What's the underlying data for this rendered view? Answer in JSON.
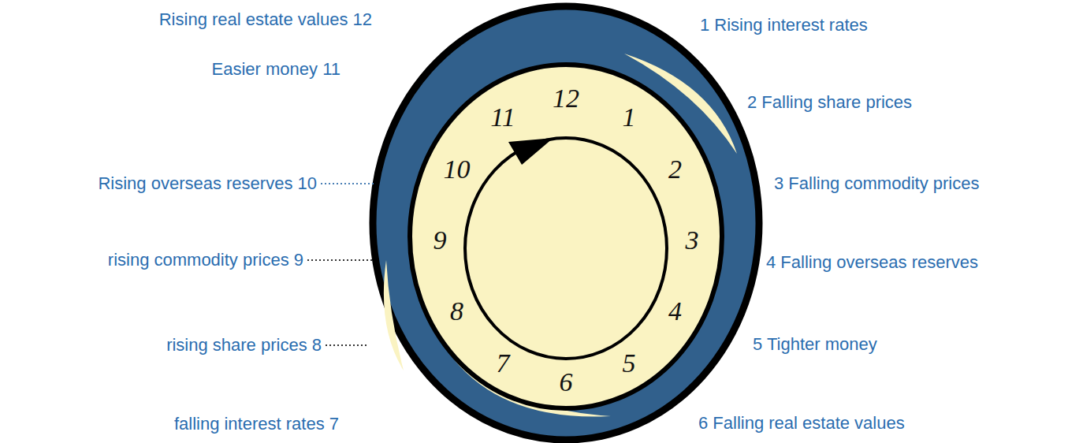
{
  "diagram": {
    "nodes": [
      {
        "text": [
          "12",
          "1",
          "2",
          "3",
          "4",
          "5",
          "6",
          "7",
          "8",
          "9",
          "10",
          "11"
        ]
      }
    ],
    "labels": [
      "Rising real estate values 12",
      "1 Rising interest rates",
      "Easier money 11",
      "2 Falling share prices",
      "Rising overseas reserves 10",
      "3 Falling commodity prices",
      "rising commodity prices 9",
      "4 Falling overseas reserves",
      "rising share prices 8",
      "5 Tighter money",
      "falling interest rates 7",
      "6 Falling real estate values"
    ]
  }
}
